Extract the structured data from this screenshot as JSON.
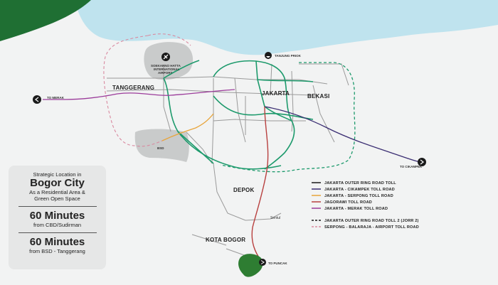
{
  "map": {
    "places": {
      "tanggerang": "TANGGERANG",
      "jakarta": "JAKARTA",
      "bekasi": "BEKASI",
      "depok": "DEPOK",
      "kota_bogor": "KOTA BOGOR",
      "bsd": "BSD",
      "sentul": "Sentul",
      "airport_line1": "SOEKARNO HATTA",
      "airport_line2": "INTERNATIONAL",
      "airport_line3": "AIRPORT",
      "tanjung_priok": "TANJUNG PRIOK",
      "to_merak": "TO MERAK",
      "to_cikampek": "TO CIKAMPEK",
      "to_puncak": "TO PUNCAK"
    },
    "colors": {
      "sea": "#bfe3ee",
      "land": "#f2f3f3",
      "jorr": "#1d9a6c",
      "cikampek": "#3a2d72",
      "serpong": "#e8a43a",
      "jagorawi": "#b8403f",
      "merak": "#9b3b9a",
      "jorr2": "#1d9a6c",
      "balaraja": "#d98aa0",
      "road": "#9a9a9a",
      "area": "#c9cbcb",
      "bogor": "#2e7d32",
      "corner": "#1f6f33"
    }
  },
  "legend": {
    "items": [
      {
        "label": "JAKARTA OUTER RING ROAD TOLL",
        "color": "#1a1a1a",
        "dashed": false
      },
      {
        "label": "JAKARTA - CIKAMPEK TOLL ROAD",
        "color": "#3a2d72",
        "dashed": false
      },
      {
        "label": "JAKARTA - SERPONG TOLL ROAD",
        "color": "#e8a43a",
        "dashed": false
      },
      {
        "label": "JAGORAWI TOLL ROAD",
        "color": "#b8403f",
        "dashed": false
      },
      {
        "label": "JAKARTA - MERAK TOLL ROAD",
        "color": "#9b3b9a",
        "dashed": false
      },
      {
        "label": "JAKARTA OUTER RING ROAD TOLL 2 (JORR 2)",
        "color": "#1a1a1a",
        "dashed": true
      },
      {
        "label": "SERPONG - BALARAJA - AIRPORT TOLL ROAD",
        "color": "#d98aa0",
        "dashed": true
      }
    ]
  },
  "infobox": {
    "intro": "Strategic Location in",
    "title": "Bogor City",
    "desc_line1": "As a Residential Area &",
    "desc_line2": "Green Open Space",
    "time1": "60 Minutes",
    "from1": "from CBD/Sudirman",
    "time2": "60 Minutes",
    "from2": "from BSD - Tanggerang"
  }
}
